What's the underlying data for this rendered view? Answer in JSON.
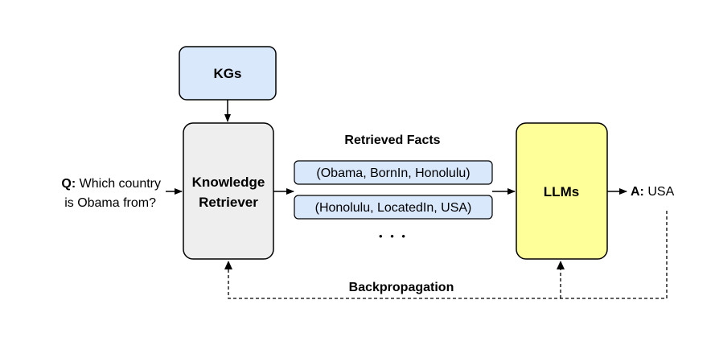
{
  "kg_box": {
    "label": "KGs",
    "fill": "#dae8fc",
    "stroke": "#000000"
  },
  "retriever_box": {
    "line1": "Knowledge",
    "line2": "Retriever",
    "fill": "#eeeeee",
    "stroke": "#000000"
  },
  "llm_box": {
    "label": "LLMs",
    "fill": "#ffff99",
    "stroke": "#000000"
  },
  "question": {
    "prefix": "Q:",
    "line1_rest": " Which country",
    "line2": "is Obama from?"
  },
  "answer": {
    "prefix": "A:",
    "text": " USA"
  },
  "facts": {
    "title": "Retrieved Facts",
    "items": [
      "(Obama, BornIn, Honolulu)",
      "(Honolulu, LocatedIn, USA)"
    ],
    "ellipsis": "• • •",
    "fill": "#dae8fc"
  },
  "feedback": {
    "label": "Backpropagation"
  }
}
